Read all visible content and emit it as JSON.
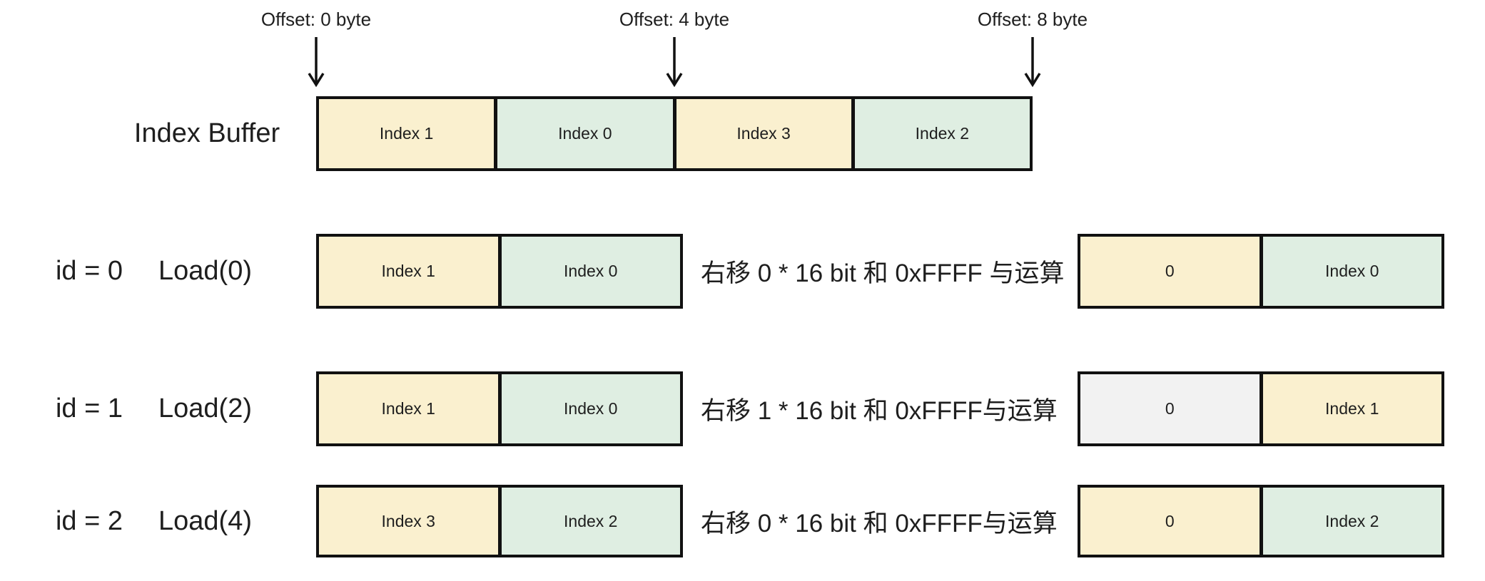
{
  "diagram": {
    "offsets": [
      {
        "label": "Offset: 0 byte"
      },
      {
        "label": "Offset: 4 byte"
      },
      {
        "label": "Offset: 8 byte"
      }
    ],
    "buffer": {
      "label": "Index Buffer",
      "cells": [
        {
          "text": "Index 1",
          "color": "tan"
        },
        {
          "text": "Index 0",
          "color": "green"
        },
        {
          "text": "Index 3",
          "color": "tan"
        },
        {
          "text": "Index 2",
          "color": "green"
        }
      ]
    },
    "rows": [
      {
        "id_label": "id = 0",
        "load_label": "Load(0)",
        "load_cells": [
          {
            "text": "Index 1",
            "color": "tan"
          },
          {
            "text": "Index 0",
            "color": "green"
          }
        ],
        "operation": "右移 0 * 16 bit 和 0xFFFF 与运算",
        "result_cells": [
          {
            "text": "0",
            "color": "tan"
          },
          {
            "text": "Index 0",
            "color": "green"
          }
        ]
      },
      {
        "id_label": "id = 1",
        "load_label": "Load(2)",
        "load_cells": [
          {
            "text": "Index 1",
            "color": "tan"
          },
          {
            "text": "Index 0",
            "color": "green"
          }
        ],
        "operation": "右移 1 * 16 bit 和 0xFFFF与运算",
        "result_cells": [
          {
            "text": "0",
            "color": "gray"
          },
          {
            "text": "Index 1",
            "color": "tan"
          }
        ]
      },
      {
        "id_label": "id = 2",
        "load_label": "Load(4)",
        "load_cells": [
          {
            "text": "Index 3",
            "color": "tan"
          },
          {
            "text": "Index 2",
            "color": "green"
          }
        ],
        "operation": "右移 0 * 16 bit 和 0xFFFF与运算",
        "result_cells": [
          {
            "text": "0",
            "color": "tan"
          },
          {
            "text": "Index 2",
            "color": "green"
          }
        ]
      }
    ],
    "colors": {
      "tan": "#FAF0CF",
      "green": "#DFEEE2",
      "gray": "#F2F2F2",
      "border": "#111111",
      "text": "#1E1E1E",
      "background": "#FFFFFF"
    }
  }
}
